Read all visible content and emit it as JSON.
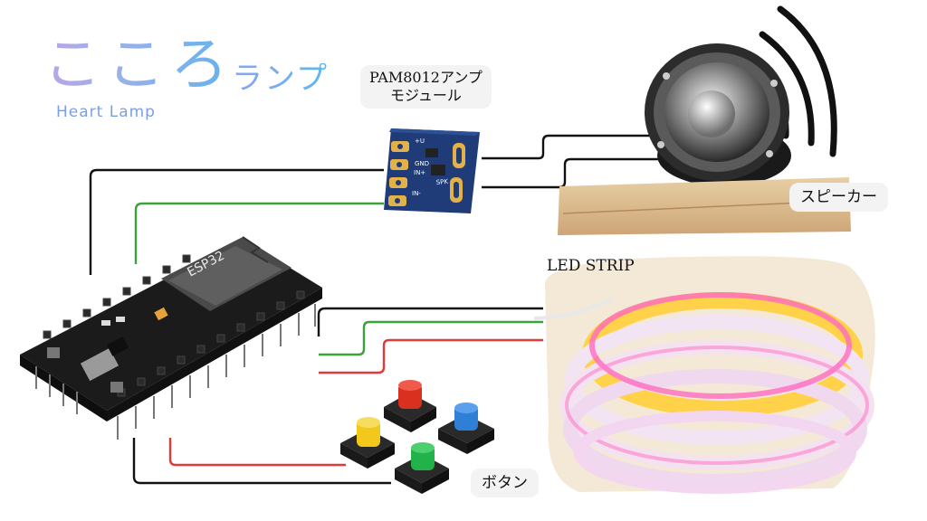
{
  "title": {
    "main": "こころ",
    "sub": "ランプ",
    "english": "Heart Lamp"
  },
  "labels": {
    "amp_line1": "PAM8012アンプ",
    "amp_line2": "モジュール",
    "speaker": "スピーカー",
    "led": "LED STRIP",
    "buttons": "ボタン"
  },
  "board": {
    "chip": "ESP32"
  },
  "amp_pins": {
    "vplus": "+U",
    "gnd": "GND",
    "inplus": "IN+",
    "inminus": "IN-",
    "spk": "SPK"
  },
  "colors": {
    "wire_black": "#111111",
    "wire_green": "#3aa33a",
    "wire_red": "#e03a3a",
    "pcb_blue": "#1f3b78",
    "board_black": "#1b1b1b",
    "button_red": "#d9301f",
    "button_blue": "#2f7fd6",
    "button_yellow": "#f2c81a",
    "button_green": "#21b24a"
  }
}
